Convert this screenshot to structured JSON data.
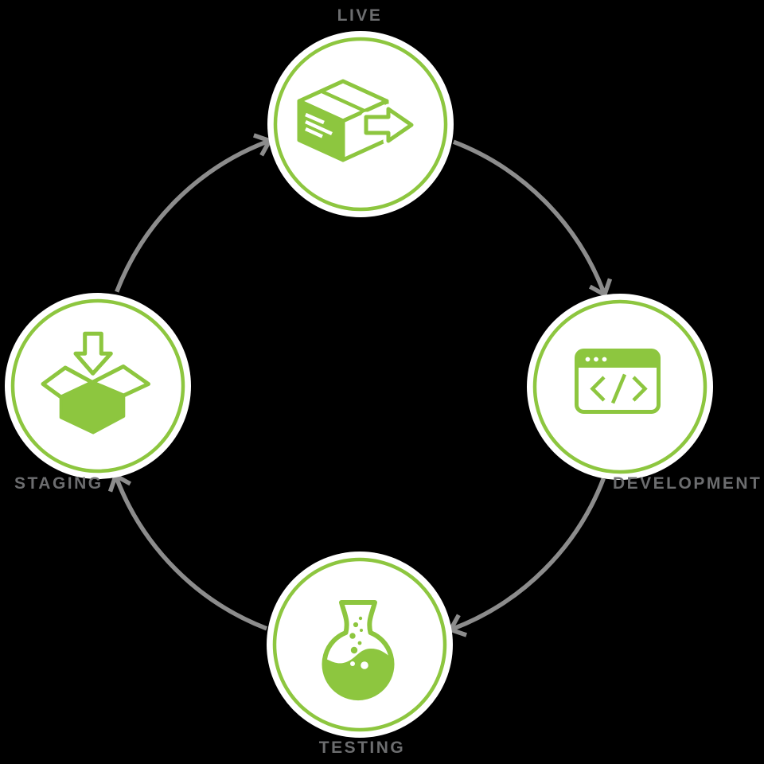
{
  "diagram": {
    "type": "cycle",
    "background": "#000000",
    "nodes": [
      {
        "id": "live",
        "label": "LIVE",
        "icon": "package-export-icon",
        "position": "top"
      },
      {
        "id": "development",
        "label": "DEVELOPMENT",
        "icon": "code-window-icon",
        "position": "right"
      },
      {
        "id": "testing",
        "label": "TESTING",
        "icon": "flask-icon",
        "position": "bottom"
      },
      {
        "id": "staging",
        "label": "STAGING",
        "icon": "box-receive-icon",
        "position": "left"
      }
    ],
    "edges": [
      {
        "from": "staging",
        "to": "live"
      },
      {
        "from": "live",
        "to": "development"
      },
      {
        "from": "development",
        "to": "testing"
      },
      {
        "from": "testing",
        "to": "staging"
      }
    ],
    "colors": {
      "accent_green": "#8dc63f",
      "arrow_gray": "#8c8c8c",
      "label_gray": "#6c6d6f",
      "node_fill": "#ffffff"
    }
  }
}
